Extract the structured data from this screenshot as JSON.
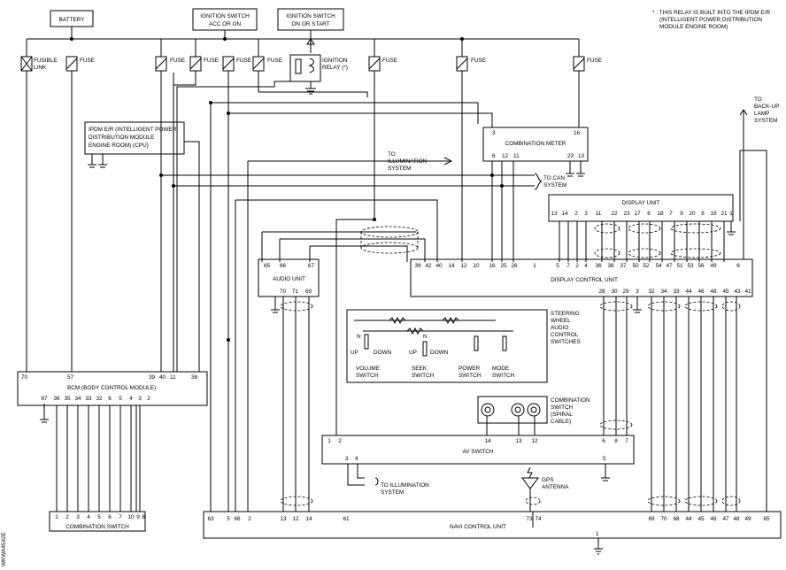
{
  "diagram": {
    "code": "WKWA4542E",
    "note": [
      "* : THIS RELAY IS BUILT INTO THE IPDM E/R",
      "(INTELLIGENT POWER DISTRIBUTION",
      "MODULE ENGINE ROOM)"
    ],
    "sources": {
      "battery": "BATTERY",
      "ign_acc": [
        "IGNITION SWITCH",
        "ACC OR ON"
      ],
      "ign_on": [
        "IGNITION SWITCH",
        "ON OR START"
      ],
      "fusible_link": [
        "FUSIBLE",
        "LINK"
      ],
      "fuse": "FUSE",
      "relay": [
        "IGNITION",
        "RELAY (*)"
      ]
    },
    "ipdm": [
      "IPDM E/R (INTELLIGENT POWER",
      "DISTRIBUTION MODULE",
      "ENGINE ROOM) (CPU)"
    ],
    "combination_meter": {
      "name": "COMBINATION METER",
      "pins": [
        "3",
        "16",
        "6",
        "12",
        "11",
        "23",
        "13"
      ]
    },
    "to_illumination": [
      "TO",
      "ILLUMINATION",
      "SYSTEM"
    ],
    "to_can": [
      "TO CAN",
      "SYSTEM"
    ],
    "to_backup": [
      "TO",
      "BACK-UP",
      "LAMP",
      "SYSTEM"
    ],
    "display_unit": {
      "name": "DISPLAY UNIT",
      "pins": [
        "13",
        "14",
        "2",
        "3",
        "11",
        "22",
        "23",
        "17",
        "6",
        "18",
        "7",
        "9",
        "20",
        "8",
        "19",
        "21",
        "1"
      ]
    },
    "audio_unit": {
      "name": "AUDIO UNIT",
      "top_pins": [
        "65",
        "66",
        "67"
      ],
      "bottom_pins": [
        "70",
        "71",
        "69"
      ]
    },
    "display_control_unit": {
      "name": "DISPLAY CONTROL UNIT",
      "top_pins": [
        "39",
        "42",
        "40",
        "14",
        "12",
        "10",
        "16",
        "25",
        "26",
        "1",
        "5",
        "7",
        "2",
        "4",
        "36",
        "38",
        "37",
        "50",
        "52",
        "54",
        "47",
        "51",
        "53",
        "56",
        "49",
        "6"
      ],
      "bottom_pins": [
        "28",
        "30",
        "29",
        "3",
        "32",
        "34",
        "33",
        "44",
        "46",
        "48",
        "45",
        "43",
        "41"
      ]
    },
    "steering_switches": {
      "name": [
        "STEERING",
        "WHEEL",
        "AUDIO",
        "CONTROL",
        "SWITCHES"
      ],
      "labels": [
        "UP",
        "N",
        "DOWN",
        "UP",
        "N",
        "DOWN"
      ],
      "switches": [
        [
          "VOLUME",
          "SWITCH"
        ],
        [
          "SEEK",
          "SWITCH"
        ],
        [
          "POWER",
          "SWITCH"
        ],
        [
          "MODE",
          "SWITCH"
        ]
      ]
    },
    "combination_switch_spiral": [
      "COMBINATION",
      "SWITCH",
      "(SPIRAL",
      "CABLE)"
    ],
    "bcm": {
      "name": "BCM (BODY CONTROL MODULE)",
      "top_pins": [
        "70",
        "57",
        "39",
        "40",
        "11",
        "38"
      ],
      "bottom_pins": [
        "67",
        "36",
        "35",
        "34",
        "33",
        "32",
        "6",
        "5",
        "4",
        "3",
        "2"
      ]
    },
    "combination_switch": {
      "name": "COMBINATION SWITCH",
      "pins": [
        "1",
        "2",
        "3",
        "4",
        "5",
        "6",
        "7",
        "10",
        "9",
        "8"
      ]
    },
    "av_switch": {
      "name": "AV SWITCH",
      "top_pins": [
        "1",
        "2",
        "14",
        "13",
        "12",
        "6",
        "8",
        "7"
      ],
      "bottom_pins": [
        "3",
        "4",
        "5"
      ]
    },
    "to_illumination2": [
      "TO ILLUMINATION",
      "SYSTEM"
    ],
    "gps": [
      "GPS",
      "ANTENNA"
    ],
    "navi": {
      "name": "NAVI CONTROL UNIT",
      "top_pins": [
        "63",
        "5",
        "66",
        "2",
        "13",
        "12",
        "14",
        "61",
        "73",
        "74",
        "69",
        "70",
        "68",
        "44",
        "45",
        "46",
        "47",
        "48",
        "49",
        "65"
      ],
      "bottom_pin": "1"
    }
  }
}
